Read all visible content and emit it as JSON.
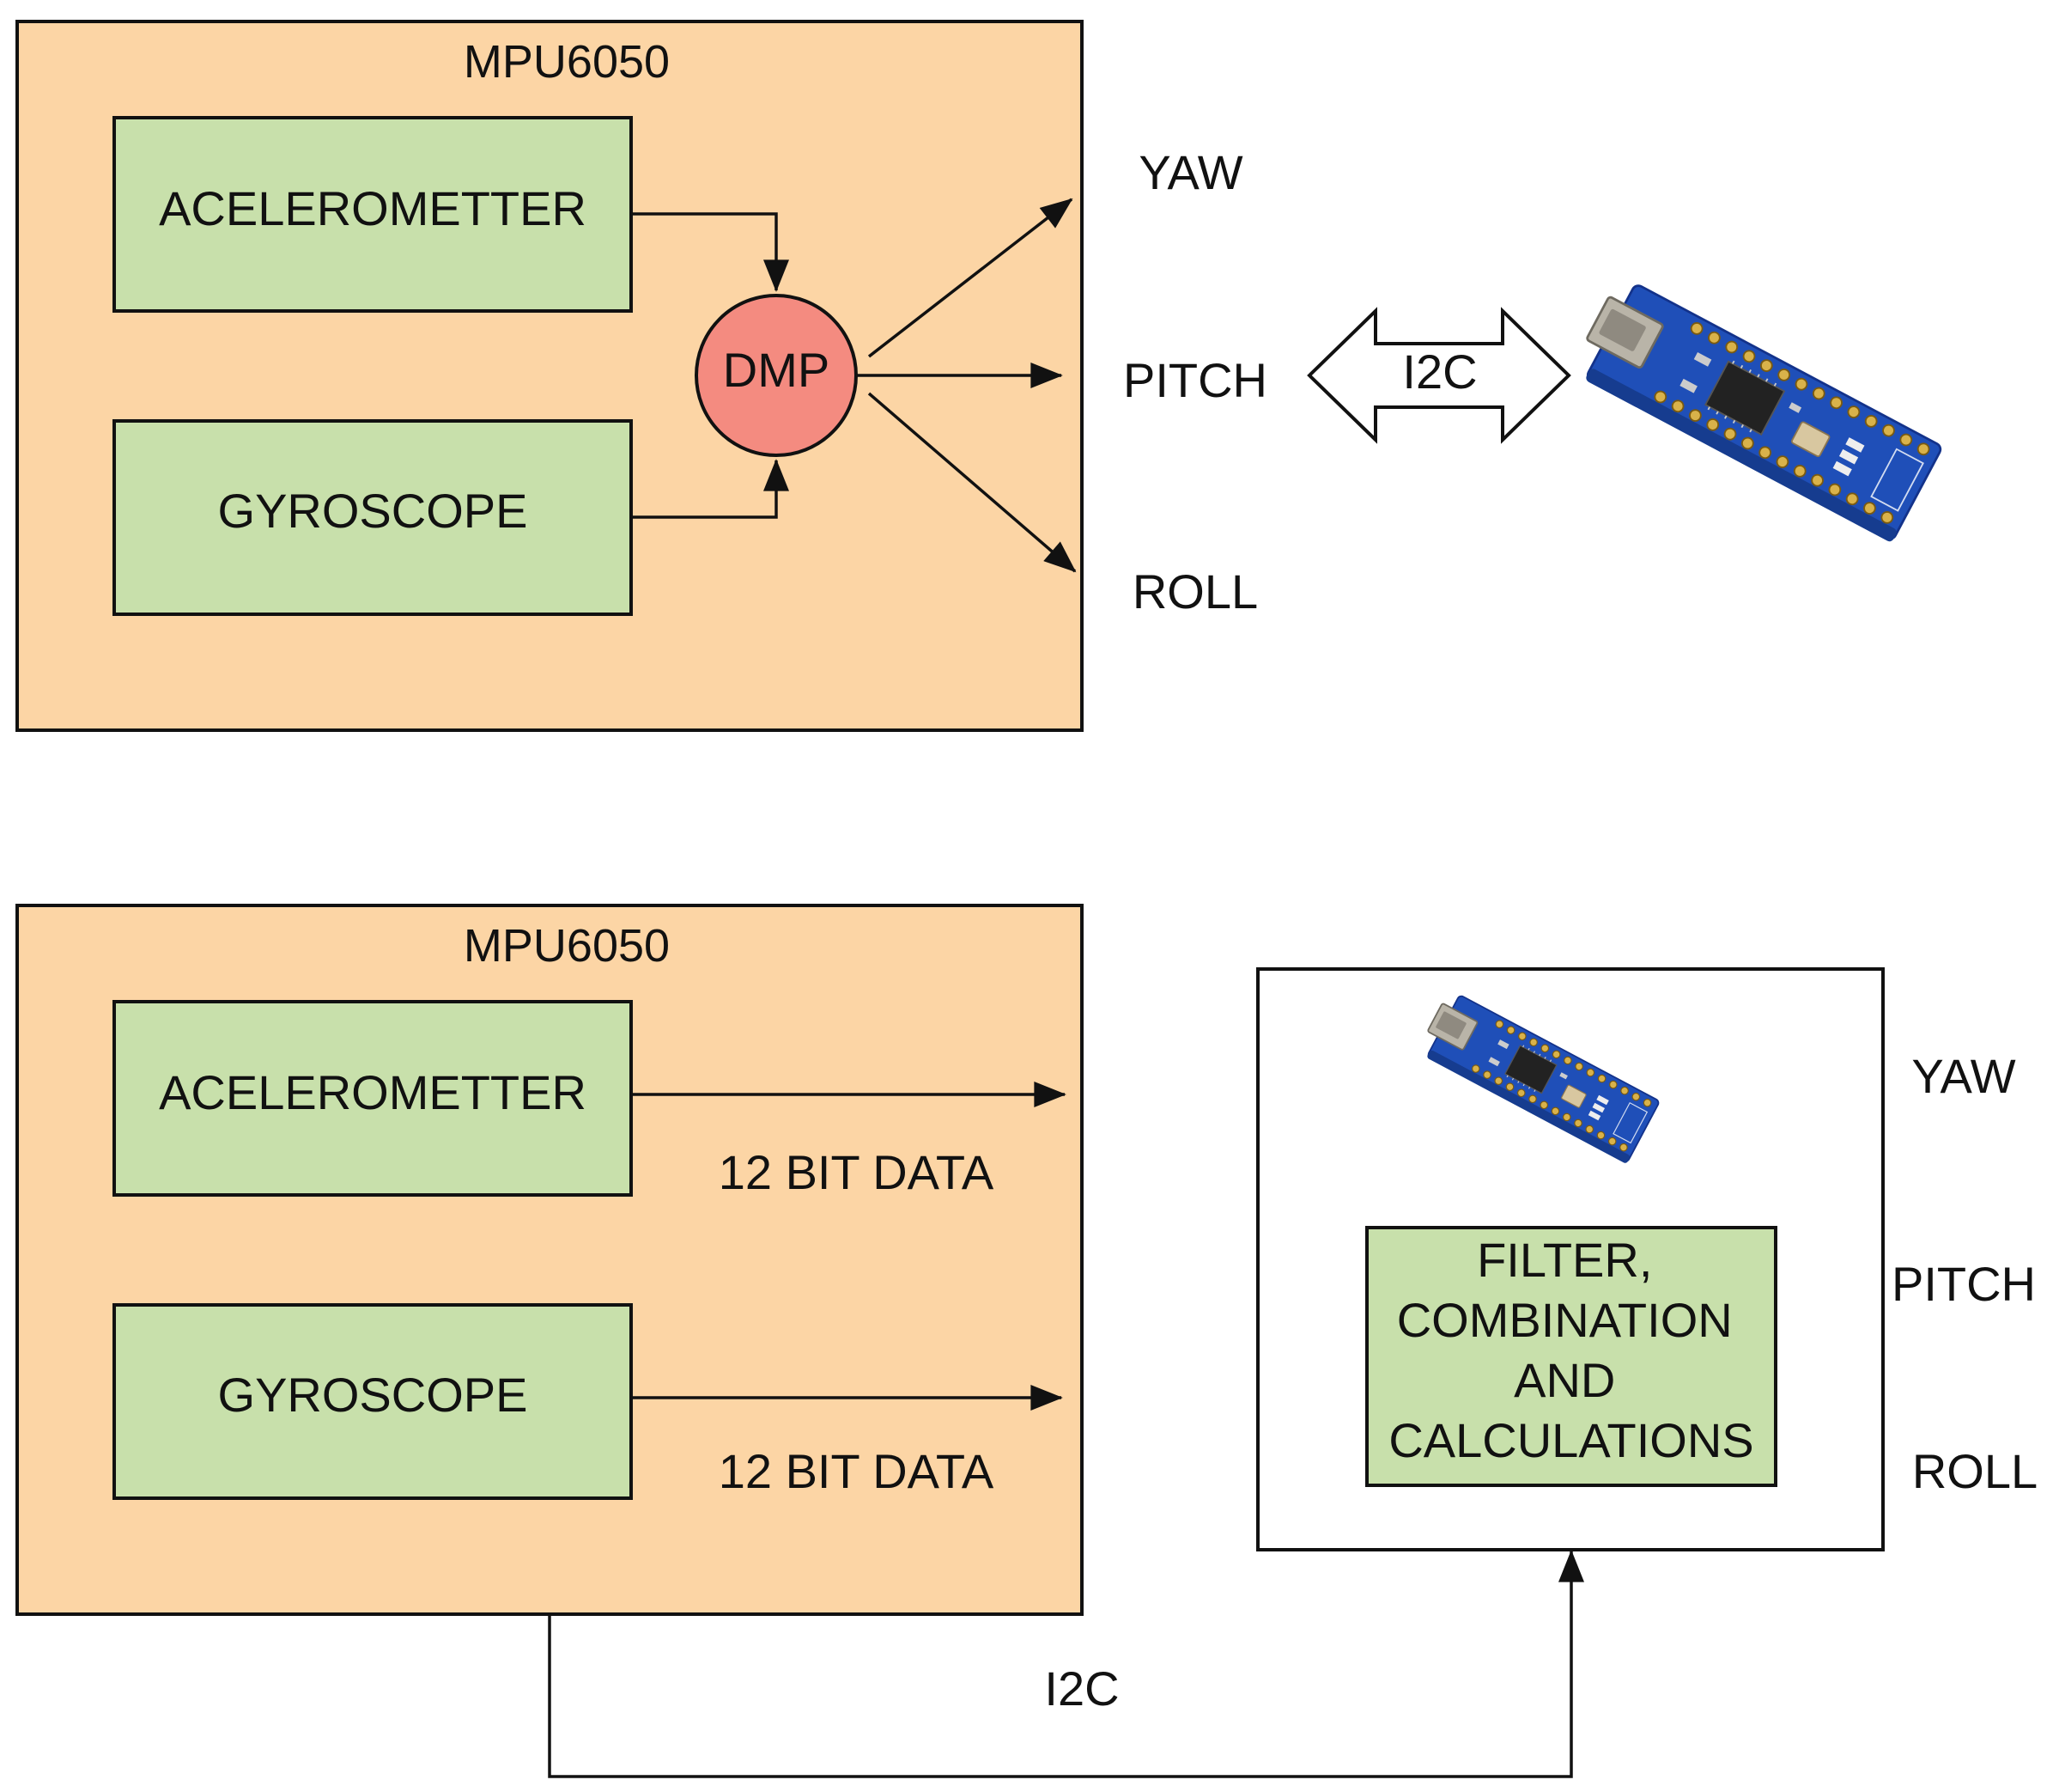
{
  "colors": {
    "mpu_fill": "#fcd5a5",
    "sensor_fill": "#c8e0ab",
    "dmp_fill": "#f48b80",
    "stroke": "#111111",
    "pcb_blue": "#1f4fb8",
    "chip": "#222222"
  },
  "top": {
    "mpu_title": "MPU6050",
    "accel_label": "ACELEROMETTER",
    "gyro_label": "GYROSCOPE",
    "dmp_label": "DMP",
    "out_yaw": "YAW",
    "out_pitch": "PITCH",
    "out_roll": "ROLL",
    "bus_label": "I2C",
    "board_icon": "arduino-nano-board-icon"
  },
  "bottom": {
    "mpu_title": "MPU6050",
    "accel_label": "ACELEROMETTER",
    "gyro_label": "GYROSCOPE",
    "accel_data_label": "12 BIT DATA",
    "gyro_data_label": "12 BIT DATA",
    "filter_lines": [
      "FILTER,",
      "COMBINATION",
      "AND",
      "CALCULATIONS"
    ],
    "out_yaw": "YAW",
    "out_pitch": "PITCH",
    "out_roll": "ROLL",
    "bus_label": "I2C",
    "board_icon": "arduino-nano-board-icon"
  }
}
